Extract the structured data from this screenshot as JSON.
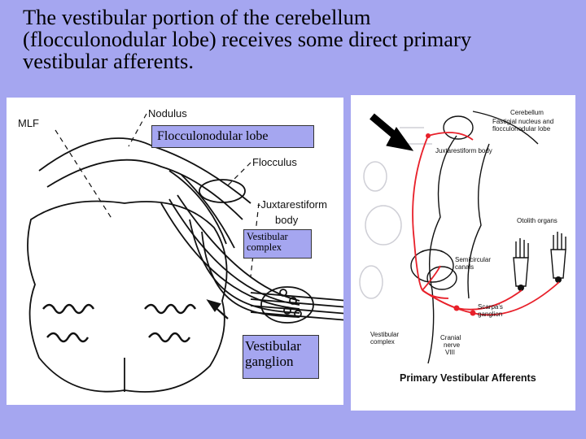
{
  "slide": {
    "title_lines": [
      "The vestibular portion of the cerebellum",
      "(flocculonodular lobe) receives some direct primary",
      "vestibular afferents."
    ]
  },
  "left_diagram": {
    "labels": {
      "mlf": "MLF",
      "nodulus": "Nodulus",
      "flocculus": "Flocculus",
      "juxtarestiform": "-Juxtarestiform",
      "body": "body"
    },
    "callouts": {
      "flocculonodular": "Flocculonodular lobe",
      "vestibular_complex_1": "Vestibular",
      "vestibular_complex_2": "complex",
      "vestibular_ganglion_1": "Vestibular",
      "vestibular_ganglion_2": "ganglion"
    }
  },
  "right_diagram": {
    "labels": {
      "cerebellum": "Cerebellum",
      "fastigial_1": "Fastigial nucleus and",
      "fastigial_2": "flocculonodular lobe",
      "juxtarestiform": "Juxtarestiform body",
      "otolith": "Otolith organs",
      "semicircular_1": "Semicircular",
      "semicircular_2": "canals",
      "scarpa_1": "Scarpa's",
      "scarpa_2": "ganglion",
      "vestibular_complex_1": "Vestibular",
      "vestibular_complex_2": "complex",
      "cranial_1": "Cranial",
      "cranial_2": "nerve",
      "cranial_3": "VIII",
      "caption": "Primary Vestibular Afferents"
    },
    "pathway_color": "#e8202a"
  }
}
